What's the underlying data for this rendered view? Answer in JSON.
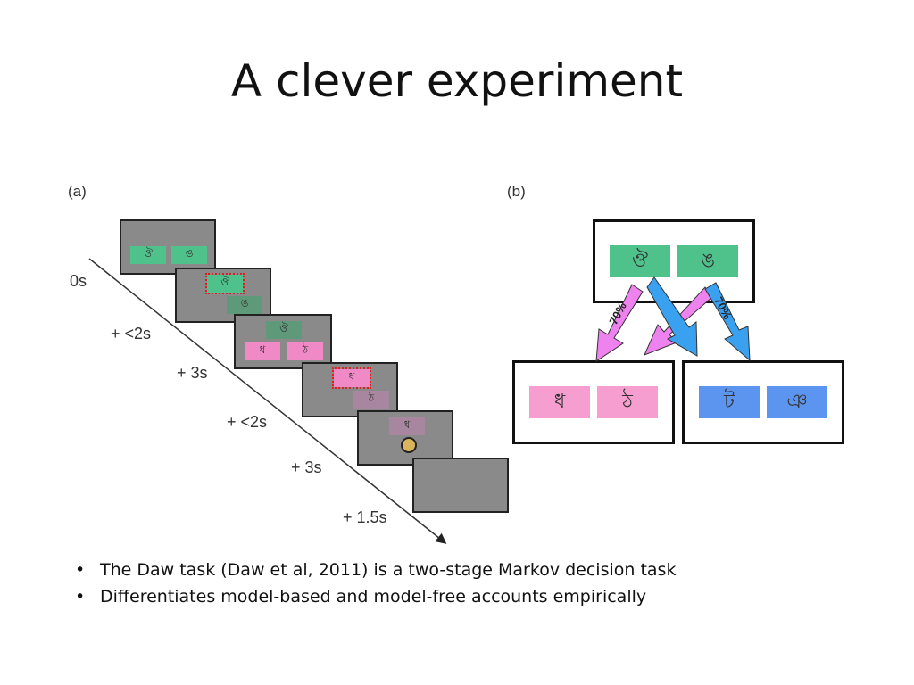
{
  "slide": {
    "title": "A clever experiment",
    "bullets": [
      "The Daw task (Daw et al, 2011) is a two-stage Markov decision task",
      "Differentiates model-based and model-free accounts empirically"
    ]
  },
  "panel_a": {
    "label": "(a)",
    "times": [
      "0s",
      "+ <2s",
      "+ 3s",
      "+ <2s",
      "+ 3s",
      "+ 1.5s"
    ],
    "stimuli": {
      "s1": "ঔ",
      "s2": "ঙ",
      "s3": "ধ",
      "s4": "ঠ"
    }
  },
  "panel_b": {
    "label": "(b)",
    "prob_left": "70%",
    "prob_right": "70%",
    "stage1": [
      "ঔ",
      "ঙ"
    ],
    "stage2_left": [
      "ধ",
      "ঠ"
    ],
    "stage2_right": [
      "ট",
      "ঞ"
    ],
    "colors": {
      "green": "#4fc28b",
      "pink": "#f59ecf",
      "blue": "#5b95f0",
      "arrow_pink": "#ee82ee",
      "arrow_blue": "#3aa0f0"
    }
  }
}
